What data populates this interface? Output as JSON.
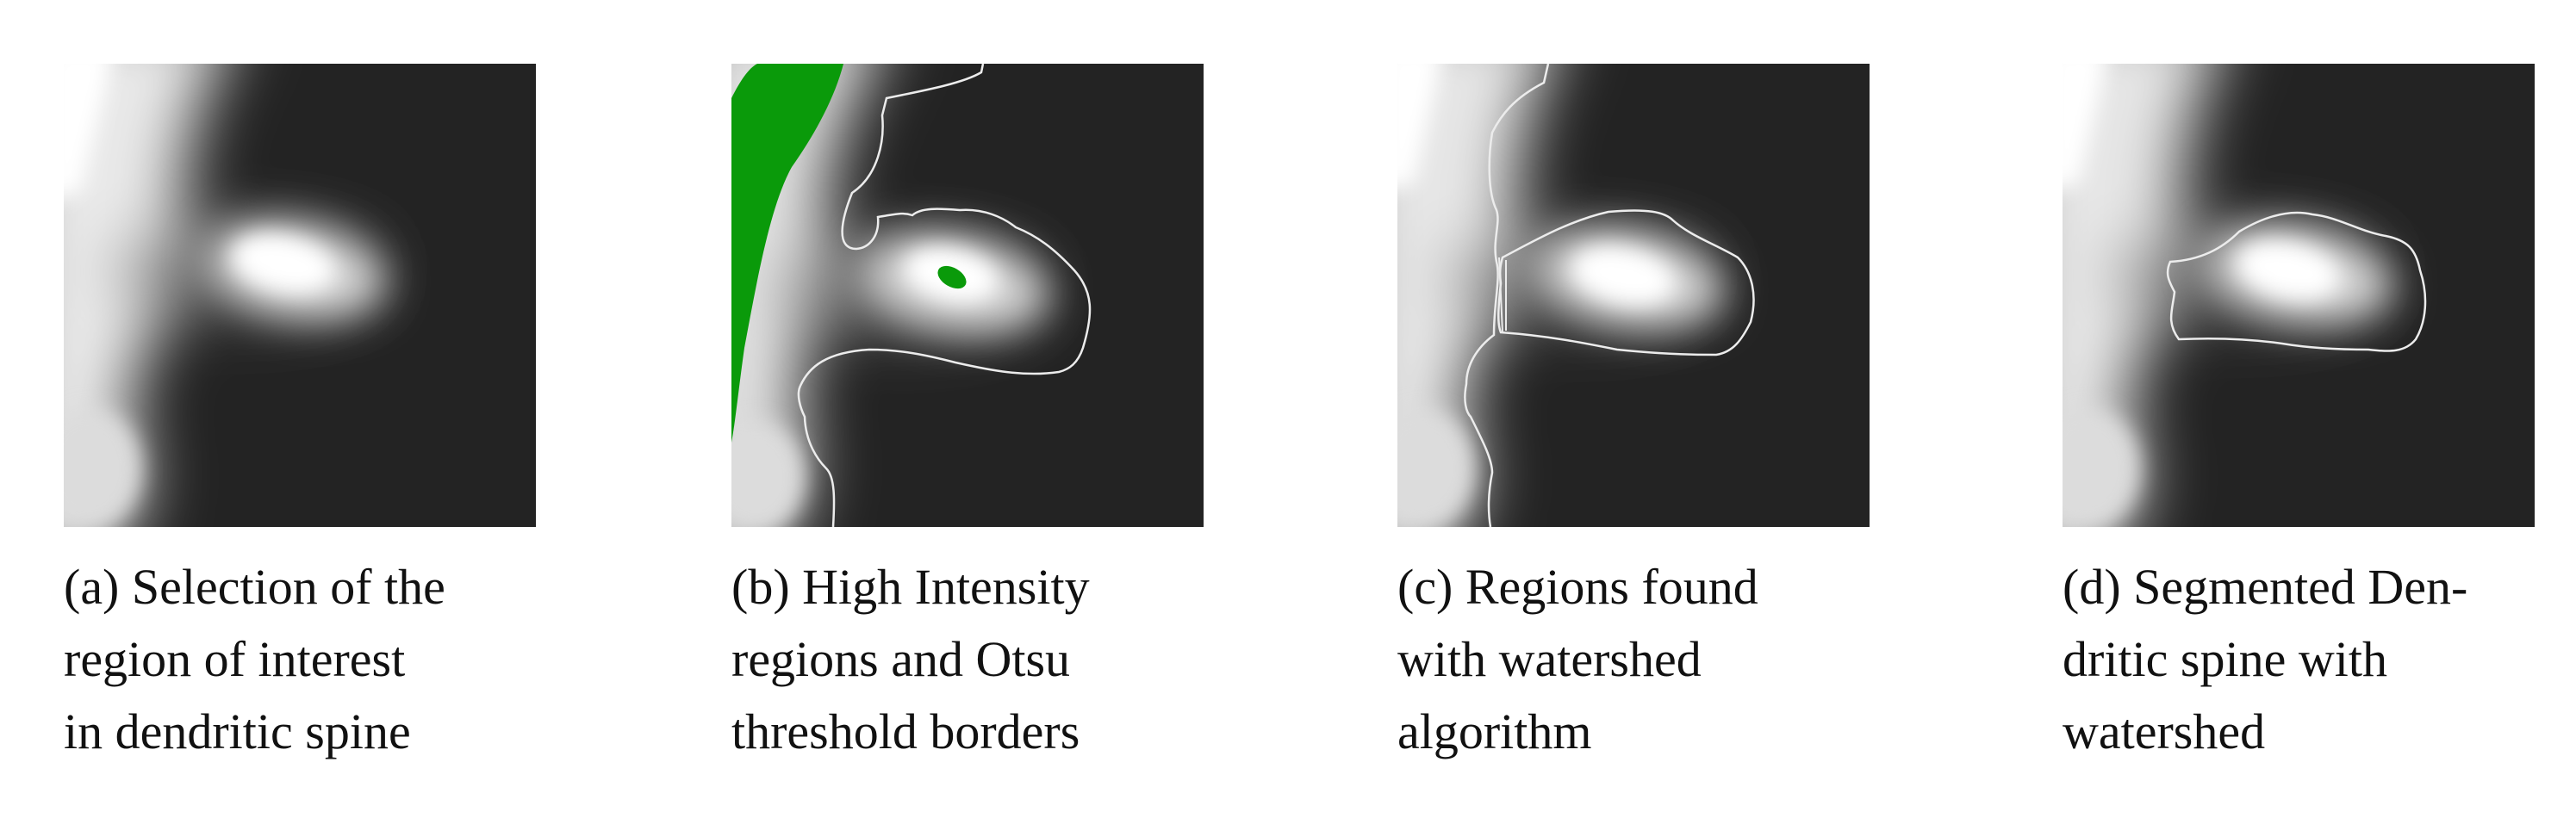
{
  "figure": {
    "panels": [
      {
        "id": "a",
        "caption_lines": [
          "(a) Selection of the",
          "region of interest",
          "in dendritic spine"
        ]
      },
      {
        "id": "b",
        "caption_lines": [
          "(b) High Intensity",
          "regions and Otsu",
          "threshold borders"
        ]
      },
      {
        "id": "c",
        "caption_lines": [
          "(c) Regions found",
          "with watershed",
          "algorithm"
        ]
      },
      {
        "id": "d",
        "caption_lines": [
          "(d) Segmented Den-",
          "dritic spine with",
          "watershed"
        ]
      }
    ]
  },
  "colors": {
    "background": "#232323",
    "signal": "#ffffff",
    "contour": "#e8e8e8",
    "high_intensity": "#0a9a0a"
  }
}
